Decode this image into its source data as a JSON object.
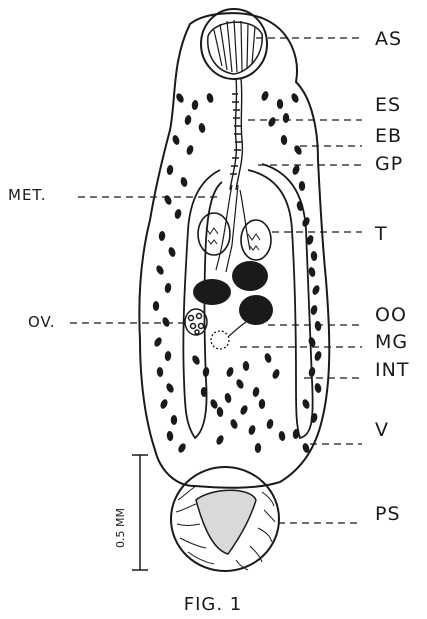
{
  "figure": {
    "caption": "FIG. 1",
    "scale_label": "0.5 MM",
    "labels_right": [
      {
        "id": "as",
        "text": "AS"
      },
      {
        "id": "es",
        "text": "ES"
      },
      {
        "id": "eb",
        "text": "EB"
      },
      {
        "id": "gp",
        "text": "GP"
      },
      {
        "id": "t",
        "text": "T"
      },
      {
        "id": "oo",
        "text": "OO"
      },
      {
        "id": "mg",
        "text": "MG"
      },
      {
        "id": "int",
        "text": "INT"
      },
      {
        "id": "v",
        "text": "V"
      },
      {
        "id": "ps",
        "text": "PS"
      }
    ],
    "labels_left": [
      {
        "id": "met",
        "text": "MET."
      },
      {
        "id": "ov",
        "text": "OV."
      }
    ]
  },
  "colors": {
    "ink": "#1a1a1a",
    "paper": "#ffffff"
  }
}
